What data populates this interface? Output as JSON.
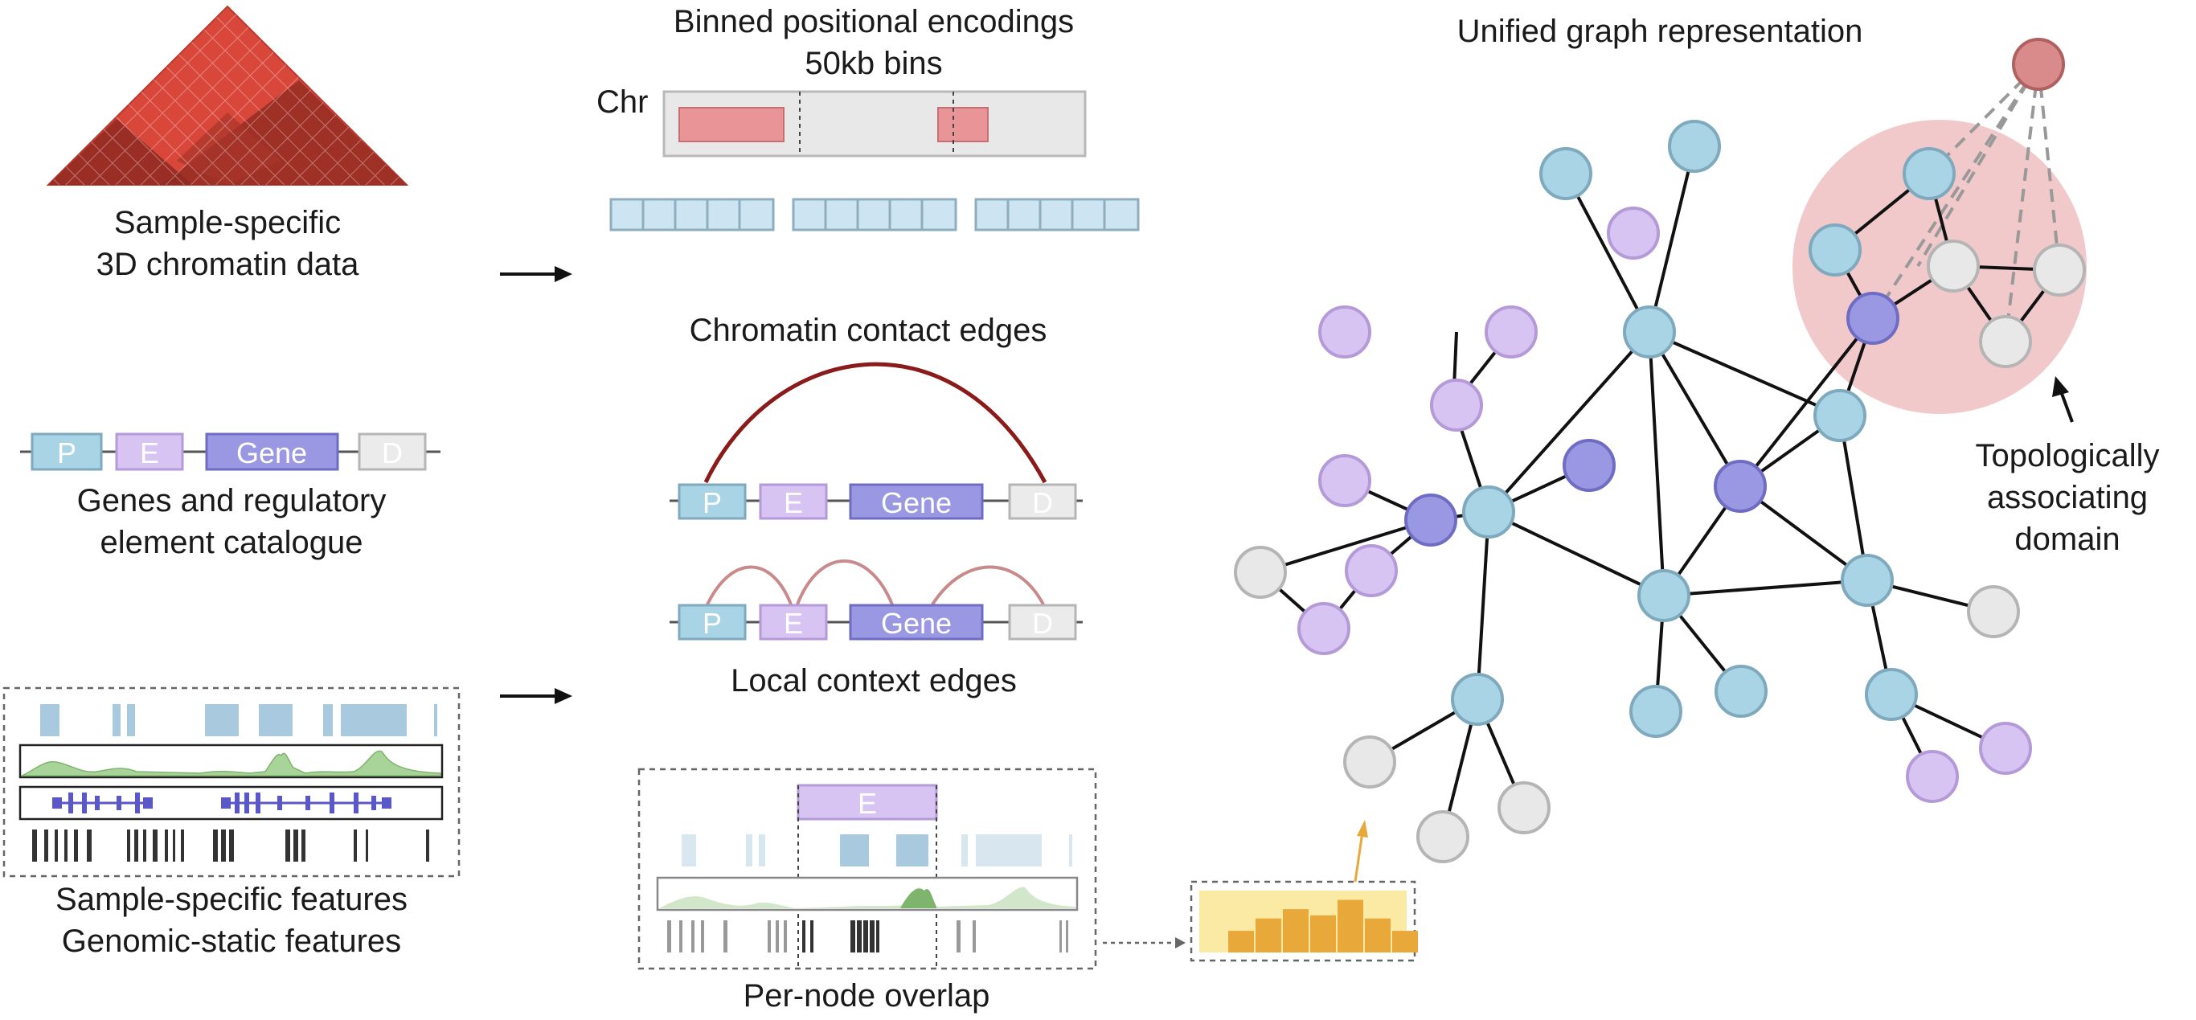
{
  "labels": {
    "chromatin_data": [
      "Sample-specific",
      "3D chromatin data"
    ],
    "gene_catalogue": [
      "Genes and regulatory",
      "element catalogue"
    ],
    "features": [
      "Sample-specific features",
      "Genomic-static features"
    ],
    "binned_title": [
      "Binned positional encodings",
      "50kb bins"
    ],
    "chr": "Chr",
    "contact_edges": "Chromatin contact edges",
    "local_edges": "Local context edges",
    "overlap": "Per-node overlap",
    "graph_title": "Unified graph representation",
    "tad": [
      "Topologically",
      "associating",
      "domain"
    ]
  },
  "element_boxes": {
    "p": "P",
    "e": "E",
    "gene": "Gene",
    "d": "D"
  },
  "overlap_box": "E",
  "colors": {
    "blue_node": "#a8d4e6",
    "blue_stroke": "#7fa9bd",
    "lavender_node": "#d8c4f3",
    "lavender_stroke": "#b59ad8",
    "periwinkle_node": "#9a98e3",
    "periwinkle_stroke": "#6f6cc4",
    "gray_node": "#e8e8e8",
    "gray_stroke": "#b5b5b5",
    "red_node": "#d98a8a",
    "red_stroke": "#b06060",
    "tad_fill": "#f2c9cb",
    "contact_arc": "#8b1a1a",
    "local_arc": "#c88a8a",
    "histogram": "#e8a93a",
    "histogram_bg": "#fbeaa3",
    "heatmap": "#d9463a"
  },
  "histogram_values": [
    0.35,
    0.55,
    0.7,
    0.6,
    0.85,
    0.55,
    0.35
  ]
}
